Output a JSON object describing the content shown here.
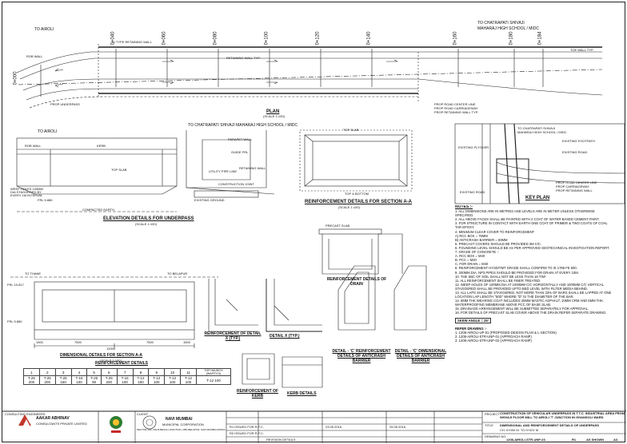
{
  "plan": {
    "to_airoli": "TO AIROLI",
    "to_chatrapati": "TO CHATRAPATI SHIVAJI",
    "maharaj_school": "MAHARAJ HIGH SCHOOL / MIDC",
    "chainages": [
      "0+000",
      "0+040",
      "0+060",
      "0+080",
      "0+100",
      "0+120",
      "0+140",
      "0+160",
      "0+180",
      "0+184"
    ],
    "title": "PLAN",
    "scale": "(SCALE 1:100)",
    "labels": [
      "RETAINING WALL TYP.",
      "TOE WALL TYP.",
      "PROP UNDERPASS",
      "PROP ROAD CENTER LINE",
      "PROP ROAD CARRIAGEWAY",
      "PROP RETAINING WALL TYP.",
      "U TYPE RETAINING WALL",
      "ROB WALL"
    ]
  },
  "elevation": {
    "to_airoli": "TO AIROLI",
    "to_chatrapati": "TO CHATRAPATI SHIVAJI MAHARAJ HIGH SCHOOL / MIDC",
    "title": "ELEVATION DETAILS FOR UNDERPASS",
    "scale": "(SCALE 1:100)",
    "labels": [
      "ROB WALL",
      "KERB",
      "PARAPET WALL",
      "RETAINING WALL",
      "TOP SLAB",
      "UTILITY PIPE LINE",
      "GUIDE FRL",
      "FRL 5.880",
      "COMPACTED EARTH",
      "EXISTING GROUND",
      "CONSTRUCTION JOINT",
      "WEEP HOLES 100MM DIA STAGGERED BY EVERY 1M INTERVAL"
    ]
  },
  "section_aa": {
    "to_thane": "TO THANE",
    "to_belapur": "TO BELAPUR",
    "title": "DIMENSIONAL DETAILS FOR SECTION A-A",
    "scale": "(SCALE 1:100)",
    "frl_top": "FRL 10.817",
    "frl_bottom": "FRL 5.880",
    "dims": [
      "12000",
      "1500",
      "7500",
      "7500",
      "1500"
    ]
  },
  "reinf_section": {
    "title": "REINFORCEMENT DETAILS FOR SECTION A-A",
    "scale": "(SCALE 1:100)",
    "top_label": "TOP SLAB",
    "bottom_label": "TOP & BOTTOM"
  },
  "drain": {
    "title": "REINFORCEMENT DETAILS OF DRAIN",
    "label": "PRECAST SLAB"
  },
  "key_plan": {
    "title": "KEY PLAN",
    "labels": [
      "TO CHATRAPATI SHIVAJI",
      "MAHARAJ HIGH SCHOOL / MIDC",
      "EXISTING FOOTPATH",
      "EXISTING ROAD",
      "EXISTING FLYOVER",
      "PROP ROAD CENTER LINE",
      "PROP CARRIAGEWAY",
      "PROP RETAINING WALL",
      "EXISTING ROAD"
    ]
  },
  "details": {
    "detail_x_reinf": "REINFORCEMENT OF DETAIL X (TYP.)",
    "detail_x": "DETAIL X (TYP.)",
    "detail_c_reinf": "DETAIL - 'C' REINFORCEMENT DETAILS OF ANTICRASH BARRIER",
    "detail_c_dim": "DETAIL - 'C' DIMENSIONAL DETAILS OF ANTICRASH BARRIER",
    "kerb_reinf": "REINFORCEMENT OF KERB",
    "kerb_details": "KERB DETAILS"
  },
  "notes": {
    "heading": "NOTES :-",
    "items": [
      "1.  ALL DIMENSIONS ARE IN METRES AND LEVELS ARE IN METER UNLESS OTHERWISE",
      "     SPECIFIED.",
      "2.  ALL ABOVE FACES SHALL BE PAINTED WITH 2 COAT OF WATER BASED CEMENT PAINT.",
      "3.  FOR STRUCTURE IN CONTACT WITH EARTH ONE COAT OF PRIMER & TWO COATS OF COAL",
      "     TAR EPOXY.",
      "4.  MINIMUM CLEAR COVER TO REINFORCEMENT",
      "     A) RCC BOX                              = 75MM",
      "     B) ANTICRASH BARRIER                = 50MM",
      "5.  PRECAST COVERS SHOULD BE PROVIDED 3M C/C.",
      "6.  FOUNDING LEVEL SHOULD BE AS PER APPROVED GEOTECHNICAL INVESTIGATION REPORT.",
      "7.  GRADE OF CONCRETE :-",
      "     A. RCC BOX                              = M40",
      "     B. PCC                                    = M20",
      "     C. FOR DRAIN                           = M40",
      "8.  REINFORCEMENT HYSD/TMT GRADE SHALL CONFIRM TO IS 1786 FE 500.",
      "9.  200MM DIA. NP3 PIPES SHOULD BE PROVIDED FOR DRAIN AT EVERY 10M.",
      "10. THE SBC OF SOIL SHALL NOT BE LESS THAN 18 T/M².",
      "11. ALL REINFORCEMENT SHALL BE FIBER TREATED.",
      "12. WEEP HOLES OF 100MM DIA AT 1000MM C/C HORIZONTALLY AND 1000MM C/C VERTICAL",
      "     STAGGERED SHALL BE PROVIDED UPTO BED LEVEL WITH FILTER MEDIA BEHIND.",
      "13. ALL LAPS SHALL BE STAGGERED. NOT MORE THAN 33% OF BARS SHALL BE LAPPED AT ONE",
      "     LOCATION LAP LENGTH \"50D\" WHERE \"D\" IS THE DIAMETER OF THE BAR.",
      "14. 6MM THK WEARING COAT INCLUDES 25MM MASTIC ASPHALT, 10MM CRM AND 6MM THK.",
      "     WATERPROOFING MEMBRANE ABOVE PCC OF BASE SLAB.",
      "15. DRAINAGE ARRANGEMENT WILL BE SUBMITTED SEPARATELY FOR APPROVAL.",
      "16. FOR DETAILS OF PRECAST SLAB COVER ABOVE THE DRAIN REFER SEPARATE DRAWING."
    ],
    "skew": "SKEW ANGLE = 25°"
  },
  "refer": {
    "heading": "REFER DRAWING :-",
    "items": [
      "1. 1208-AIROLI-UP-01 (PROPOSED DESIGN PLAN & L-SECTION)",
      "2. 1208-AIROLI-STR-UNP-01 (APPROACH RAMP)",
      "3. 1208-AIROLI-STR-UNP-02 (APPROACH RAMP)"
    ]
  },
  "reinf_table": {
    "title": "REINFORCEMENT DETAILS",
    "numbers": [
      "1",
      "2",
      "3",
      "4",
      "5",
      "6",
      "7",
      "8",
      "9",
      "10",
      "11",
      "TOP HAUNCH (WAPITI13)"
    ],
    "bars": [
      "T-25 200",
      "T-25 200",
      "T-25 150",
      "T-16 100",
      "T-25 90",
      "T-25 200",
      "T-16 100",
      "T-12 150",
      "T-12 100",
      "T-12 100",
      "T-12 100",
      "T-12 100"
    ]
  },
  "title_block": {
    "consultant_label": "CONSULTING ENGINEERS",
    "consultant_name": "AAKAR ABHINAV",
    "consultant_sub": "CONSULTANTS PRIVATE LIMITED",
    "client_label": "CLIENT",
    "client_name": "NAVI MUMBAI",
    "client_sub": "MUNICIPAL CORPORATION",
    "client_addr": "SECTOR-15A, PALM BEACH JUNCTION, CBD BELAPUR, NAVI MUMBAI-400614",
    "project_label": "PROJECT",
    "project": "CONSTRUCTION OF VEHICULAR UNDERPASS IN T.T.C. INDUSTRIAL AREA FROM SHIVAJI FLOOR MILL TO AIROLI 'T' JUNCTION IN GHANSOLI WARD",
    "title_label": "TITLE",
    "title": "DIMENSIONAL AND REINFORCEMENT DETAILS OF UNDERPASS",
    "title_sub": "CH. 0+000 M. TO 0+021 M",
    "drawing_no_label": "DRAWING NO.",
    "drawing_no": "1208-AIROLI-STR-UNP-03",
    "rev": "R1",
    "scale": "AS SHOWN",
    "size": "A3",
    "revision_label": "REVISION DETAILS",
    "rev_rows": [
      "R1   ISSUED FOR R.F.C.",
      "R0   ISSUED FOR R.F.C."
    ],
    "dates": [
      "23.05.2016",
      "25.05.2016"
    ]
  }
}
